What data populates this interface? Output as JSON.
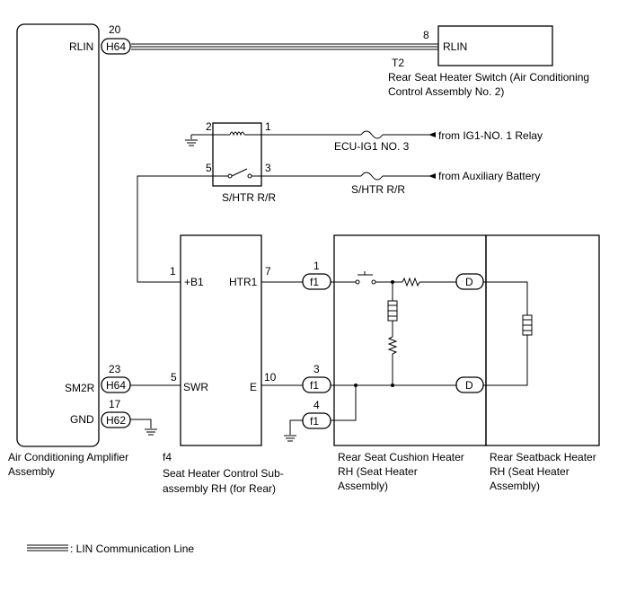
{
  "components": {
    "amplifier": {
      "label_line1": "Air Conditioning Amplifier",
      "label_line2": "Assembly",
      "pin_rlin": "RLIN",
      "pin_sm2r": "SM2R",
      "pin_gnd": "GND"
    },
    "switch": {
      "code": "T2",
      "pin": "RLIN",
      "label_line1": "Rear Seat Heater Switch (Air Conditioning",
      "label_line2": "Control Assembly No. 2)"
    },
    "relay": {
      "label": "S/HTR R/R"
    },
    "controller": {
      "code": "f4",
      "label_line1": "Seat Heater Control Sub-",
      "label_line2": "assembly RH (for Rear)",
      "pin_b1": "+B1",
      "pin_htr1": "HTR1",
      "pin_swr": "SWR",
      "pin_e": "E"
    },
    "cushion": {
      "label_line1": "Rear Seat Cushion Heater",
      "label_line2": "RH (Seat Heater",
      "label_line3": "Assembly)"
    },
    "seatback": {
      "label_line1": "Rear Seatback Heater",
      "label_line2": "RH (Seat Heater",
      "label_line3": "Assembly)"
    }
  },
  "connectors": {
    "h64_top": "H64",
    "h64_bottom": "H64",
    "h62": "H62",
    "f1_a": "f1",
    "f1_b": "f1",
    "f1_c": "f1",
    "d_top": "D",
    "d_bottom": "D"
  },
  "pins": {
    "p20": "20",
    "p8": "8",
    "p2": "2",
    "p1_relay": "1",
    "p5_relay": "5",
    "p3_relay": "3",
    "p1_ctrl": "1",
    "p7": "7",
    "p5_ctrl": "5",
    "p10": "10",
    "p23": "23",
    "p17": "17",
    "p1_f1": "1",
    "p3_f1": "3",
    "p4_f1": "4"
  },
  "fuses": {
    "ecu_ig1_label": "ECU-IG1 NO. 3",
    "shtr_label": "S/HTR R/R"
  },
  "sources": {
    "ig1": "from IG1-NO. 1 Relay",
    "battery": "from Auxiliary Battery"
  },
  "legend": {
    "lin_label": ": LIN Communication Line"
  }
}
